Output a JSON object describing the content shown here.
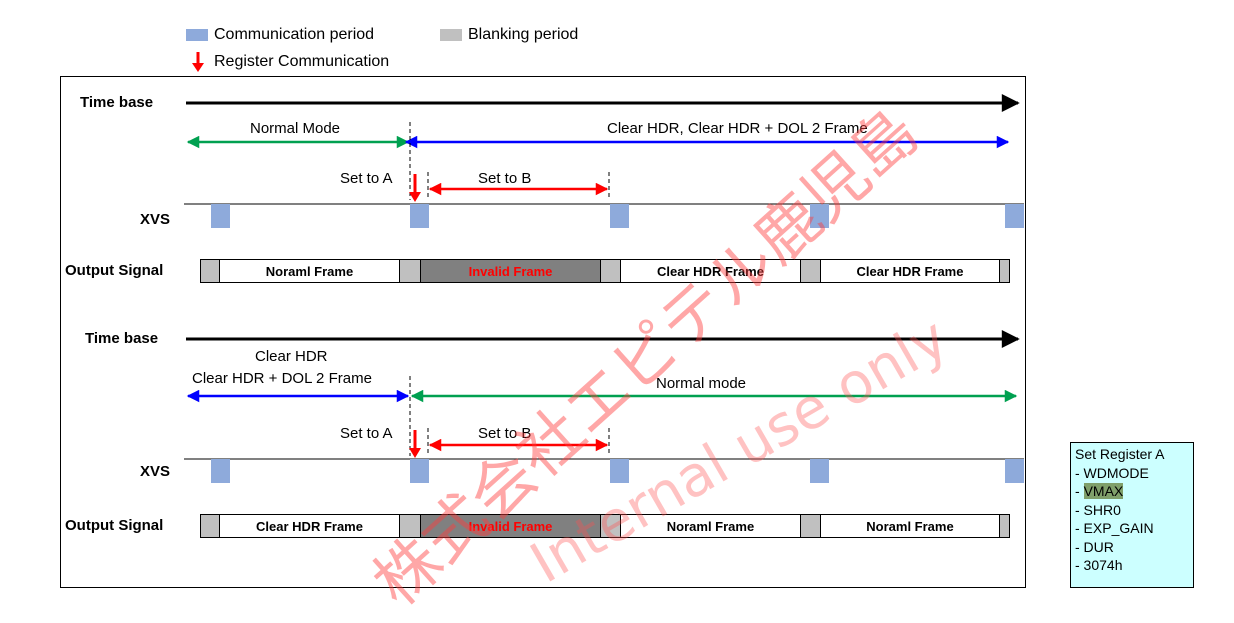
{
  "legend": {
    "communication_period": "Communication period",
    "blanking_period": "Blanking period",
    "register_communication": "Register Communication"
  },
  "colors": {
    "communication": "#8eaadb",
    "blanking": "#c0c0c0",
    "invalid_frame": "#808080",
    "register_arrow": "#ff0000",
    "normal_mode_arrow": "#00a050",
    "hdr_mode_arrow": "#0000ff",
    "set_to_b_arrow": "#ff0000"
  },
  "diagram1": {
    "time_base": "Time base",
    "mode_left": "Normal Mode",
    "mode_right": "Clear HDR, Clear HDR + DOL 2 Frame",
    "set_a": "Set to A",
    "set_b": "Set to B",
    "xvs": "XVS",
    "output_signal": "Output Signal",
    "frames": [
      "Noraml Frame",
      "Invalid Frame",
      "Clear HDR Frame",
      "Clear HDR Frame"
    ]
  },
  "diagram2": {
    "time_base": "Time base",
    "mode_left_line1": "Clear HDR",
    "mode_left_line2": "Clear HDR + DOL 2 Frame",
    "mode_right": "Normal mode",
    "set_a": "Set to A",
    "set_b": "Set to B",
    "xvs": "XVS",
    "output_signal": "Output Signal",
    "frames": [
      "Clear HDR Frame",
      "Invalid Frame",
      "Noraml Frame",
      "Noraml Frame"
    ]
  },
  "register_note": {
    "title": "Set Register A",
    "items": [
      "- WDMODE",
      "VMAX",
      "- SHR0",
      "- EXP_GAIN",
      "- DUR",
      "- 3074h"
    ],
    "vmax_prefix": "- "
  },
  "watermark": {
    "line1": "株式会社エピテル鹿児島",
    "line2": "Internal use only"
  }
}
